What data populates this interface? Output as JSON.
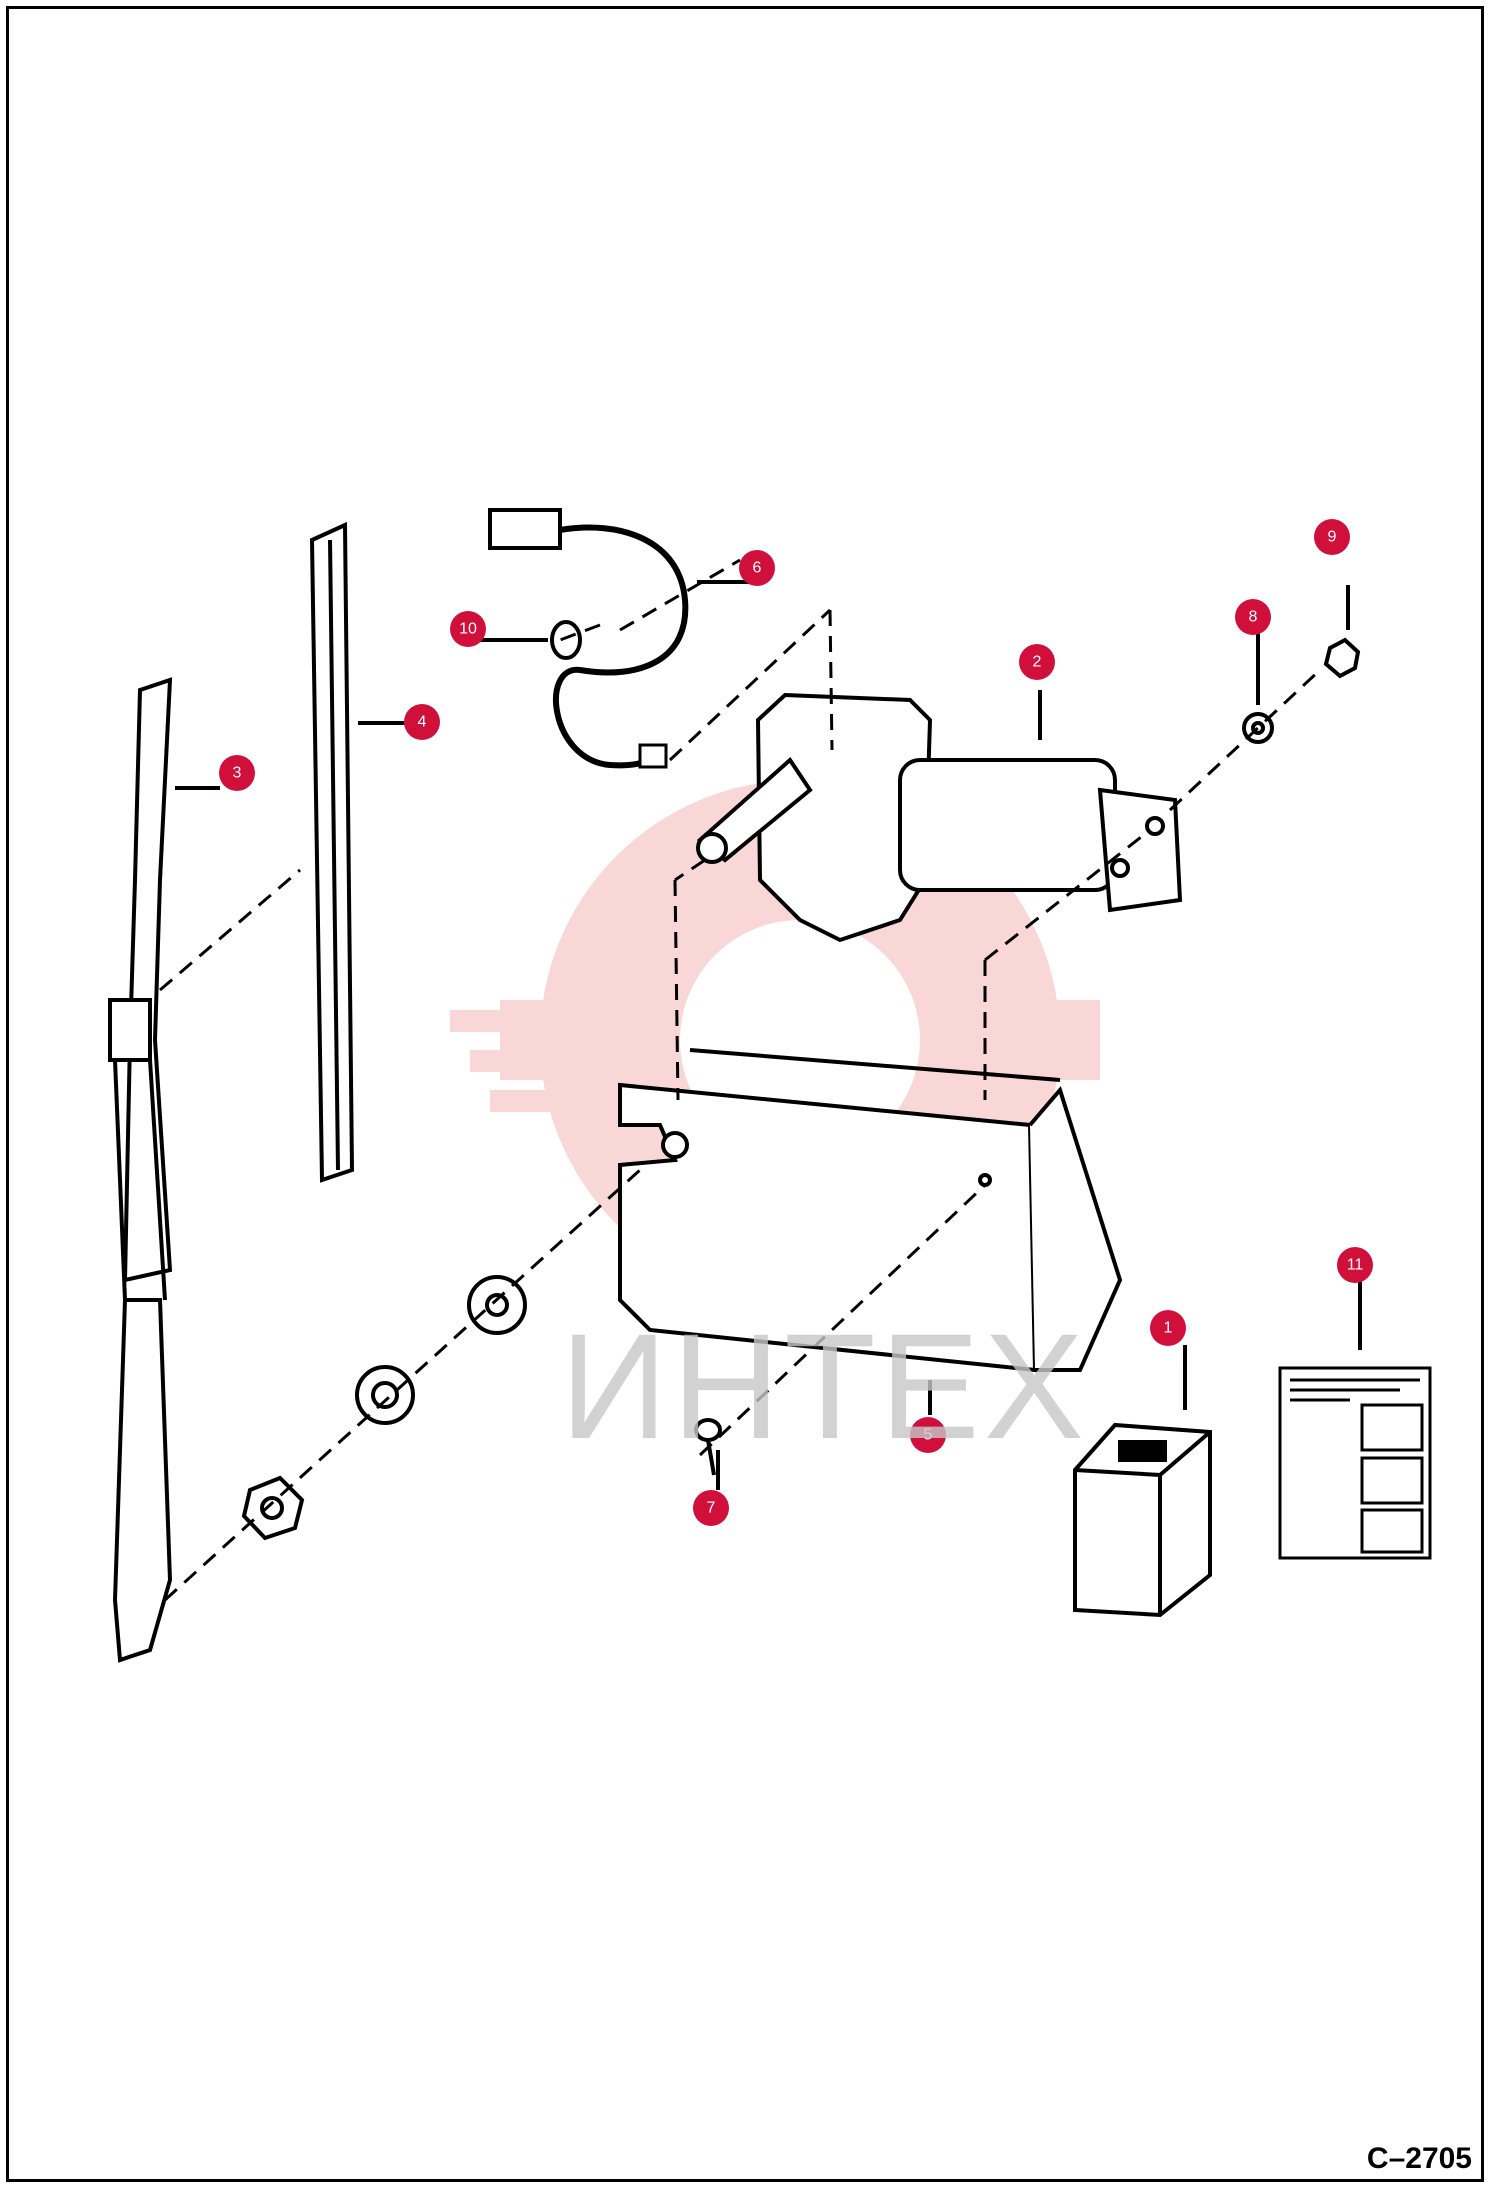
{
  "reference_code": "C–2705",
  "watermark": "ИНТЕХ",
  "callouts": [
    {
      "id": "1",
      "label": "1"
    },
    {
      "id": "2",
      "label": "2"
    },
    {
      "id": "3",
      "label": "3"
    },
    {
      "id": "4",
      "label": "4"
    },
    {
      "id": "5",
      "label": "5"
    },
    {
      "id": "6",
      "label": "6"
    },
    {
      "id": "7",
      "label": "7"
    },
    {
      "id": "8",
      "label": "8"
    },
    {
      "id": "9",
      "label": "9"
    },
    {
      "id": "10",
      "label": "10"
    },
    {
      "id": "11",
      "label": "11"
    }
  ],
  "colors": {
    "callout_fill": "#d0103a",
    "line": "#000000",
    "watermark": "#f0b0b0"
  }
}
